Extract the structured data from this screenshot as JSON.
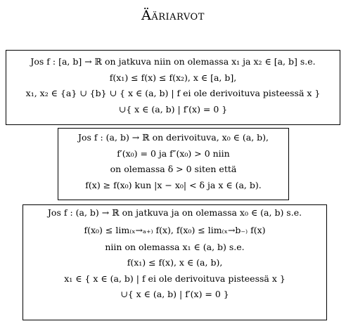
{
  "document": {
    "title": "Ääriarvot",
    "box1": {
      "lines": [
        "Jos f : [a, b] → ℝ on jatkuva niin on olemassa x₁ ja x₂ ∈ [a, b] s.e.",
        "f(x₁) ≤ f(x) ≤ f(x₂),    x ∈ [a, b],",
        "x₁, x₂ ∈ {a} ∪ {b} ∪ { x ∈ (a, b) | f ei ole derivoituva pisteessä x }",
        "∪{ x ∈ (a, b) | f′(x) = 0 }"
      ]
    },
    "box2": {
      "lines": [
        "Jos f : (a, b) → ℝ on derivoituva, x₀ ∈ (a, b),",
        "f′(x₀) = 0 ja f″(x₀) > 0 niin",
        "on olemassa δ > 0 siten että",
        "f(x) ≥ f(x₀) kun |x − x₀| < δ ja x ∈ (a, b)."
      ]
    },
    "box3": {
      "lines": [
        "Jos f : (a, b) → ℝ on jatkuva ja on olemassa x₀ ∈ (a, b) s.e.",
        "f(x₀) ≤ lim₍ₓ→ₐ₊₎ f(x),    f(x₀) ≤ lim₍ₓ→b₋₎ f(x)",
        "niin on olemassa x₁ ∈ (a, b) s.e.",
        "f(x₁) ≤ f(x),    x ∈ (a, b),",
        "x₁ ∈ { x ∈ (a, b) | f ei ole derivoituva pisteessä x }",
        "∪{ x ∈ (a, b) | f′(x) = 0 }"
      ]
    }
  }
}
